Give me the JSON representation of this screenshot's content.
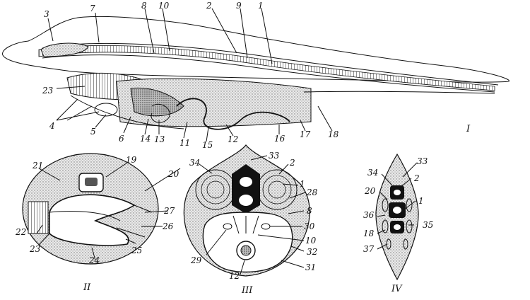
{
  "figure": {
    "panel_labels": {
      "p1": "I",
      "p2": "II",
      "p3": "III",
      "p4": "IV"
    },
    "labels": {
      "n1a": "1",
      "n2a": "2",
      "n3": "3",
      "n4": "4",
      "n5": "5",
      "n6": "6",
      "n7": "7",
      "n8a": "8",
      "n9": "9",
      "n10a": "10",
      "n11": "11",
      "n12a": "12",
      "n13": "13",
      "n14": "14",
      "n15": "15",
      "n16": "16",
      "n17": "17",
      "n18a": "18",
      "n23a": "23",
      "n19": "19",
      "n20a": "20",
      "n21": "21",
      "n22": "22",
      "n23b": "23",
      "n24": "24",
      "n25": "25",
      "n26": "26",
      "n27": "27",
      "n33a": "33",
      "n34a": "34",
      "n2b": "2",
      "n1b": "1",
      "n28": "28",
      "n8b": "8",
      "n30": "30",
      "n10b": "10",
      "n32": "32",
      "n31": "31",
      "n29": "29",
      "n12b": "12",
      "n33b": "33",
      "n34b": "34",
      "n2c": "2",
      "n20b": "20",
      "n1c": "1",
      "n36": "36",
      "n35": "35",
      "n18b": "18",
      "n37": "37"
    }
  }
}
